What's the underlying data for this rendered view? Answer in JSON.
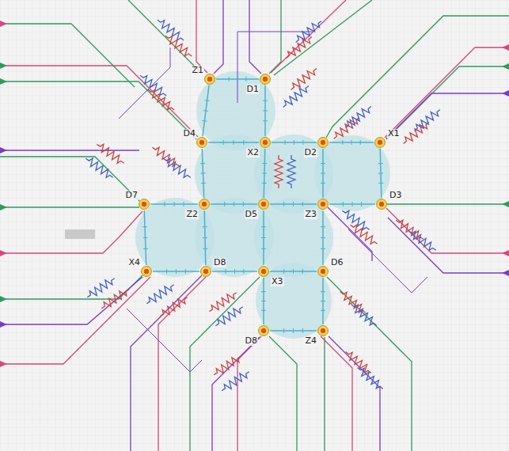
{
  "diagram": {
    "nodes": [
      {
        "text": [
          "Z1"
        ]
      },
      {
        "text": [
          "D1"
        ]
      },
      {
        "text": [
          "D4"
        ]
      },
      {
        "text": [
          "X2"
        ]
      },
      {
        "text": [
          "D2"
        ]
      },
      {
        "text": [
          "X1"
        ]
      },
      {
        "text": [
          "D7"
        ]
      },
      {
        "text": [
          "Z2"
        ]
      },
      {
        "text": [
          "D5"
        ]
      },
      {
        "text": [
          "Z3"
        ]
      },
      {
        "text": [
          "D3"
        ]
      },
      {
        "text": [
          "X4"
        ]
      },
      {
        "text": [
          "D8"
        ]
      },
      {
        "text": [
          "X3"
        ]
      },
      {
        "text": [
          "D6"
        ]
      },
      {
        "text": [
          "D8"
        ]
      },
      {
        "text": [
          "Z4"
        ]
      }
    ],
    "edges": [
      {
        "from": 0,
        "to": 1,
        "arrow": "none"
      },
      {
        "from": 0,
        "to": 2,
        "arrow": "none"
      },
      {
        "from": 1,
        "to": 3,
        "arrow": "none"
      },
      {
        "from": 2,
        "to": 3,
        "arrow": "none"
      },
      {
        "from": 3,
        "to": 4,
        "arrow": "none"
      },
      {
        "from": 4,
        "to": 5,
        "arrow": "none"
      },
      {
        "from": 2,
        "to": 7,
        "arrow": "none"
      },
      {
        "from": 3,
        "to": 8,
        "arrow": "none"
      },
      {
        "from": 4,
        "to": 9,
        "arrow": "none"
      },
      {
        "from": 5,
        "to": 10,
        "arrow": "none"
      },
      {
        "from": 6,
        "to": 7,
        "arrow": "none"
      },
      {
        "from": 7,
        "to": 8,
        "arrow": "none"
      },
      {
        "from": 8,
        "to": 9,
        "arrow": "none"
      },
      {
        "from": 9,
        "to": 10,
        "arrow": "none"
      },
      {
        "from": 6,
        "to": 11,
        "arrow": "none"
      },
      {
        "from": 7,
        "to": 12,
        "arrow": "none"
      },
      {
        "from": 8,
        "to": 13,
        "arrow": "none"
      },
      {
        "from": 9,
        "to": 14,
        "arrow": "none"
      },
      {
        "from": 11,
        "to": 12,
        "arrow": "none"
      },
      {
        "from": 12,
        "to": 13,
        "arrow": "none"
      },
      {
        "from": 13,
        "to": 14,
        "arrow": "none"
      },
      {
        "from": 13,
        "to": 15,
        "arrow": "none"
      },
      {
        "from": 14,
        "to": 16,
        "arrow": "none"
      },
      {
        "from": 15,
        "to": 16,
        "arrow": "none"
      }
    ]
  }
}
